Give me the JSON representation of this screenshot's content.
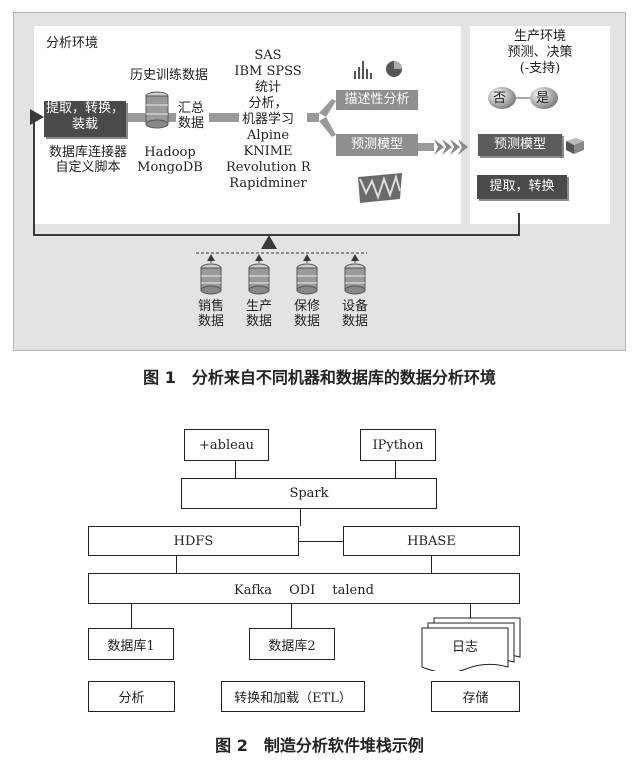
{
  "figure1": {
    "env_label": "分析环境",
    "history_label": "历史训练数据",
    "extract_box": [
      "提取，转换，",
      "装载"
    ],
    "db_label": [
      "数据库连接器",
      "自定义脚本"
    ],
    "summary_label": [
      "汇总",
      "数据"
    ],
    "storage_label": [
      "Hadoop",
      "MongoDB"
    ],
    "tools_list": [
      "SAS",
      "IBM SPSS",
      "统计",
      "分析，",
      "机器学习",
      "Alpine",
      "KNIME",
      "Revolution R",
      "Rapidminer"
    ],
    "describe_box": "描述性分析",
    "predict_box": "预测模型",
    "prod_env": [
      "生产环境",
      "预测、决策",
      "(-支持)"
    ],
    "no_label": "否",
    "yes_label": "是",
    "prod_predict_box": "预测模型",
    "prod_extract_box": "提取，转换",
    "sources": [
      [
        "销售",
        "数据"
      ],
      [
        "生产",
        "数据"
      ],
      [
        "保修",
        "数据"
      ],
      [
        "设备",
        "数据"
      ]
    ],
    "caption": "图 1　分析来自不同机器和数据库的数据分析环境"
  },
  "figure2": {
    "tableau": "+ableau",
    "ipython": "IPython",
    "spark": "Spark",
    "hdfs": "HDFS",
    "hbase": "HBASE",
    "ingest": "Kafka　 ODI　 talend",
    "db1": "数据库1",
    "db2": "数据库2",
    "log": "日志",
    "analysis": "分析",
    "etl": "转换和加载（ETL）",
    "storage": "存储",
    "caption": "图 2　制造分析软件堆栈示例"
  }
}
